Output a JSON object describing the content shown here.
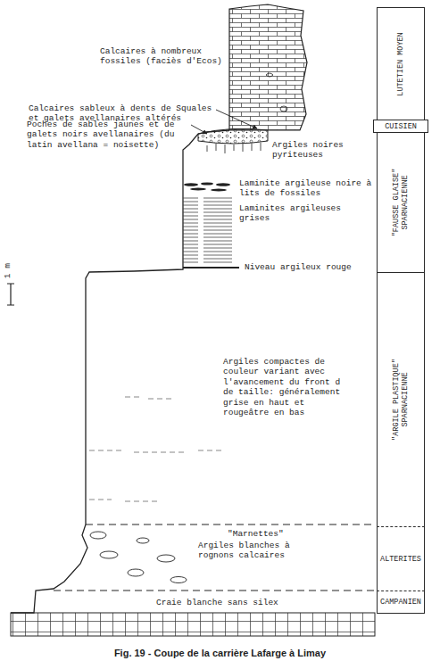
{
  "diagram": {
    "caption": "Fig. 19 - Coupe de la carrière Lafarge à Limay",
    "nodes": [
      {
        "text": [
          "LUTETIEN MOYEN"
        ]
      },
      {
        "text": [
          "CUISIEN"
        ]
      },
      {
        "text": [
          "\"FAUSSE GLAISE\" SPARNACIENNE"
        ]
      },
      {
        "text": [
          "\"ARGILE PLASTIQUE\" SPARNACIENNE"
        ]
      },
      {
        "text": [
          "ALTERITES"
        ]
      },
      {
        "text": [
          "CAMPANIEN"
        ]
      }
    ],
    "labels": [
      "Calcaires à nombreux fossiles (faciès d'Ecos)",
      "Calcaires sableux à dents de Squales et galets avellanaires altérés",
      "Poches de sables jaunes et de galets noirs avellanaires (du latin avellana = noisette)",
      "Argiles noires pyriteuses",
      "Laminite argileuse noire à lits de fossiles",
      "Laminites argileuses grises",
      "Niveau argileux rouge",
      "1 m",
      "Argiles compactes de couleur variant avec l'avancement du front d de taille: généralement grise en haut et rougeâtre en bas",
      "\"Marnettes\"",
      "Argiles blanches à rognons calcaires",
      "Craie blanche sans silex"
    ]
  }
}
